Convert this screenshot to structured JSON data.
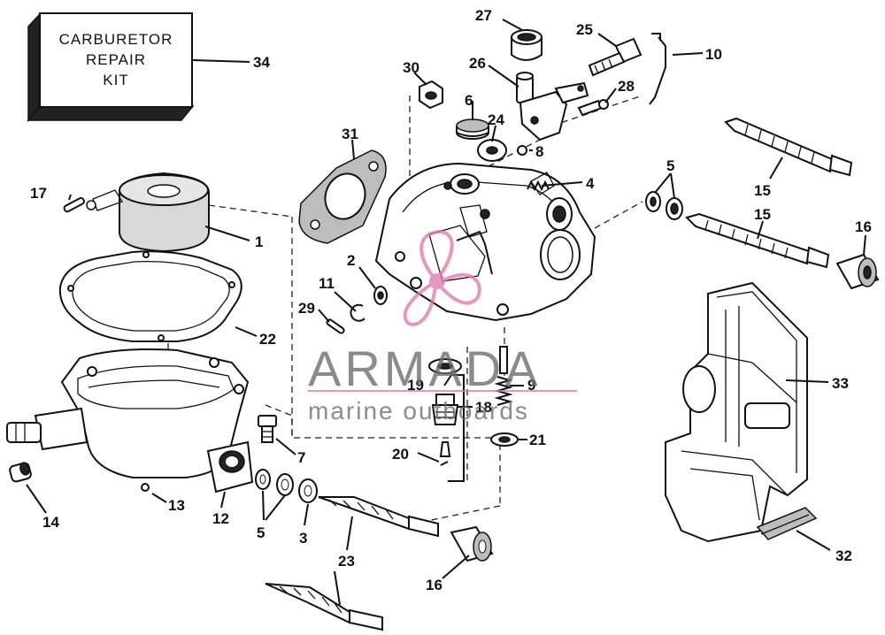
{
  "kit_box": {
    "lines": [
      "CARBURETOR",
      "REPAIR",
      "KIT"
    ],
    "number": "34"
  },
  "watermark": {
    "brand": "ARMADA",
    "tagline": "marine outboards",
    "accent": "#e07ab0"
  },
  "callouts": [
    {
      "label": "27"
    },
    {
      "label": "25"
    },
    {
      "label": "10"
    },
    {
      "label": "26"
    },
    {
      "label": "28"
    },
    {
      "label": "30"
    },
    {
      "label": "6"
    },
    {
      "label": "24"
    },
    {
      "label": "8"
    },
    {
      "label": "31"
    },
    {
      "label": "4"
    },
    {
      "label": "5"
    },
    {
      "label": "15"
    },
    {
      "label": "17"
    },
    {
      "label": "1"
    },
    {
      "label": "15"
    },
    {
      "label": "16"
    },
    {
      "label": "2"
    },
    {
      "label": "11"
    },
    {
      "label": "29"
    },
    {
      "label": "22"
    },
    {
      "label": "19"
    },
    {
      "label": "9"
    },
    {
      "label": "33"
    },
    {
      "label": "18"
    },
    {
      "label": "21"
    },
    {
      "label": "20"
    },
    {
      "label": "7"
    },
    {
      "label": "14"
    },
    {
      "label": "13"
    },
    {
      "label": "12"
    },
    {
      "label": "5"
    },
    {
      "label": "3"
    },
    {
      "label": "23"
    },
    {
      "label": "16"
    },
    {
      "label": "32"
    }
  ]
}
